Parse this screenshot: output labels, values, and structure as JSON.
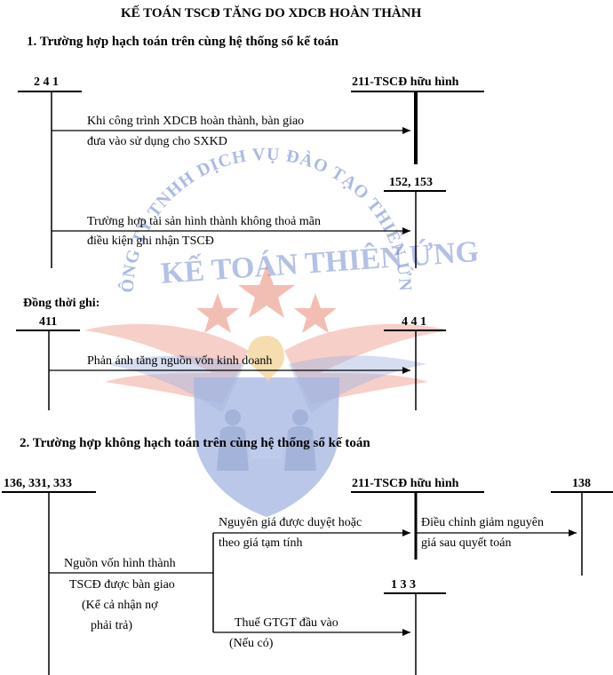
{
  "title": "KẾ TOÁN TSCĐ TĂNG DO XDCB HOÀN THÀNH",
  "section1": {
    "heading": "1. Trường hợp hạch toán trên cùng hệ thống sổ kế toán",
    "accounts": {
      "a241": "2 4 1",
      "a211": "211-TSCĐ hữu hình",
      "a152": "152, 153",
      "a411": "411",
      "a441": "4 4 1"
    },
    "entries": {
      "e1_line1": "Khi công trình XDCB hoàn thành, bàn giao",
      "e1_line2": "đưa vào sử dụng cho SXKD",
      "e2_line1": "Trường hợp tài sản hình thành không thoả mãn",
      "e2_line2": "điều kiện ghi nhận TSCĐ",
      "simultaneous": "Đồng thời ghi:",
      "e3": "Phản ánh tăng nguồn vốn kinh doanh"
    }
  },
  "section2": {
    "heading": "2. Trường hợp không hạch toán trên cùng hệ thống sổ kế toán",
    "accounts": {
      "a136": "136, 331, 333",
      "a211": "211-TSCĐ hữu hình",
      "a138": "138",
      "a133": "1 3 3"
    },
    "entries": {
      "src_line1": "Nguồn vốn hình thành",
      "src_line2": "TSCĐ được bàn giao",
      "src_line3": "(Kể cả nhận nợ",
      "src_line4": "phải trả)",
      "orig_line1": "Nguyên giá được duyệt hoặc",
      "orig_line2": "theo giá tạm tính",
      "adj_line1": "Điều chỉnh giảm nguyên",
      "adj_line2": "giá sau quyết toán",
      "vat_line1": "Thuế GTGT đầu vào",
      "vat_line2": "(Nếu có)"
    }
  },
  "watermark": {
    "arc_text": "CÔNG TY TNHH DỊCH VỤ ĐÀO TẠO THIÊN ỨNG",
    "brand": "KẾ TOÁN THIÊN ỨNG",
    "colors": {
      "blue": "#5a78c8",
      "red": "#e06048",
      "gold": "#e8b04a"
    }
  }
}
